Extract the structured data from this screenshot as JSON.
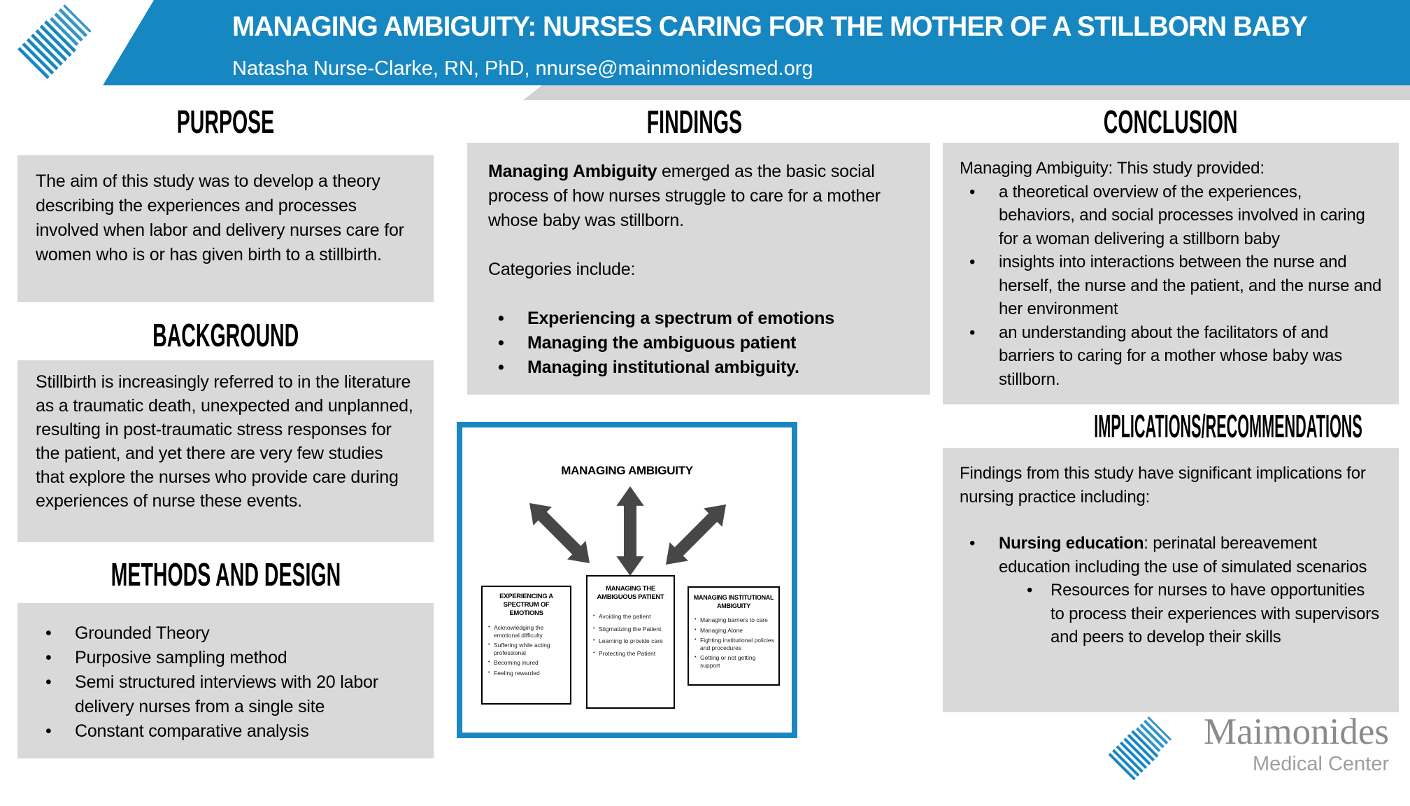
{
  "header": {
    "title": "MANAGING AMBIGUITY: NURSES CARING FOR THE MOTHER OF A STILLBORN BABY",
    "author": "Natasha Nurse-Clarke, RN, PhD, nnurse@mainmonidesmed.org"
  },
  "left": {
    "purpose": {
      "heading": "PURPOSE",
      "body": "The aim of this study was to develop a theory describing the experiences and processes involved when labor and delivery nurses care for women who is or has given birth to a stillbirth."
    },
    "background": {
      "heading": "BACKGROUND",
      "body": "Stillbirth is increasingly referred to in the literature as a traumatic death, unexpected and unplanned, resulting in post-traumatic stress responses for the patient,  and yet there  are very few studies that explore the nurses who provide care during experiences of nurse these events."
    },
    "methods": {
      "heading": "METHODS AND DESIGN",
      "bullets": [
        "Grounded Theory",
        "Purposive sampling method",
        "Semi structured interviews with 20 labor delivery nurses from a single site",
        "Constant comparative analysis"
      ]
    }
  },
  "middle": {
    "findings": {
      "heading": "FINDINGS",
      "lead_bold": "Managing Ambiguity",
      "lead_rest": " emerged as the basic social process of how nurses struggle to care for a mother whose baby was stillborn.",
      "categories_label": "Categories include:",
      "bullets": [
        "Experiencing a spectrum of emotions",
        "Managing the ambiguous patient",
        "Managing institutional ambiguity."
      ]
    },
    "diagram": {
      "title": "MANAGING AMBIGUITY",
      "boxes": [
        {
          "heading": "EXPERIENCING A SPECTRUM OF EMOTIONS",
          "bullets": [
            "Acknowledging the emotional difficulty",
            "Suffering while acting professional",
            "Becoming inured",
            "Feeling rewarded"
          ]
        },
        {
          "heading": "MANAGING THE AMBIGUOUS PATIENT",
          "bullets": [
            "Avoiding the patient",
            "Stigmatizing the Patient",
            "Learning to provide care",
            "Protecting the Patient"
          ]
        },
        {
          "heading": "MANAGING INSTITUTIONAL AMBIGUITY",
          "bullets": [
            "Managing barriers to care",
            "Managing Alone",
            "Fighting institutional policies and procedures",
            "Getting or not getting support"
          ]
        }
      ]
    }
  },
  "right": {
    "conclusion": {
      "heading": "CONCLUSION",
      "lead": "Managing Ambiguity:  This study provided:",
      "bullets": [
        "a theoretical overview of the experiences, behaviors, and social processes involved in caring for a woman delivering a stillborn baby",
        "insights into interactions between the nurse and herself, the nurse and the patient, and the nurse and her environment",
        "an understanding about the facilitators of and barriers to caring for a mother whose baby was stillborn."
      ]
    },
    "implications": {
      "heading": "IMPLICATIONS/RECOMMENDATIONS",
      "lead": "Findings from this study have significant implications for nursing practice including:",
      "bullet_bold": "Nursing education",
      "bullet_rest": ": perinatal bereavement education including the use of simulated scenarios",
      "sub_bullet": "Resources for nurses to have opportunities to process their experiences with supervisors and peers to develop their skills"
    }
  },
  "footer": {
    "brand": "Maimonides",
    "brand_sub": "Medical Center"
  },
  "colors": {
    "brand_blue": "#1787c1",
    "diagram_border_blue": "#1b87c1",
    "box_gray": "#d9d9d9",
    "shadow_gray": "#d2d2d2",
    "arrow_gray": "#474747",
    "brand_text_gray": "#8b8b8b",
    "brand_subtext_gray": "#9e9e9e"
  }
}
